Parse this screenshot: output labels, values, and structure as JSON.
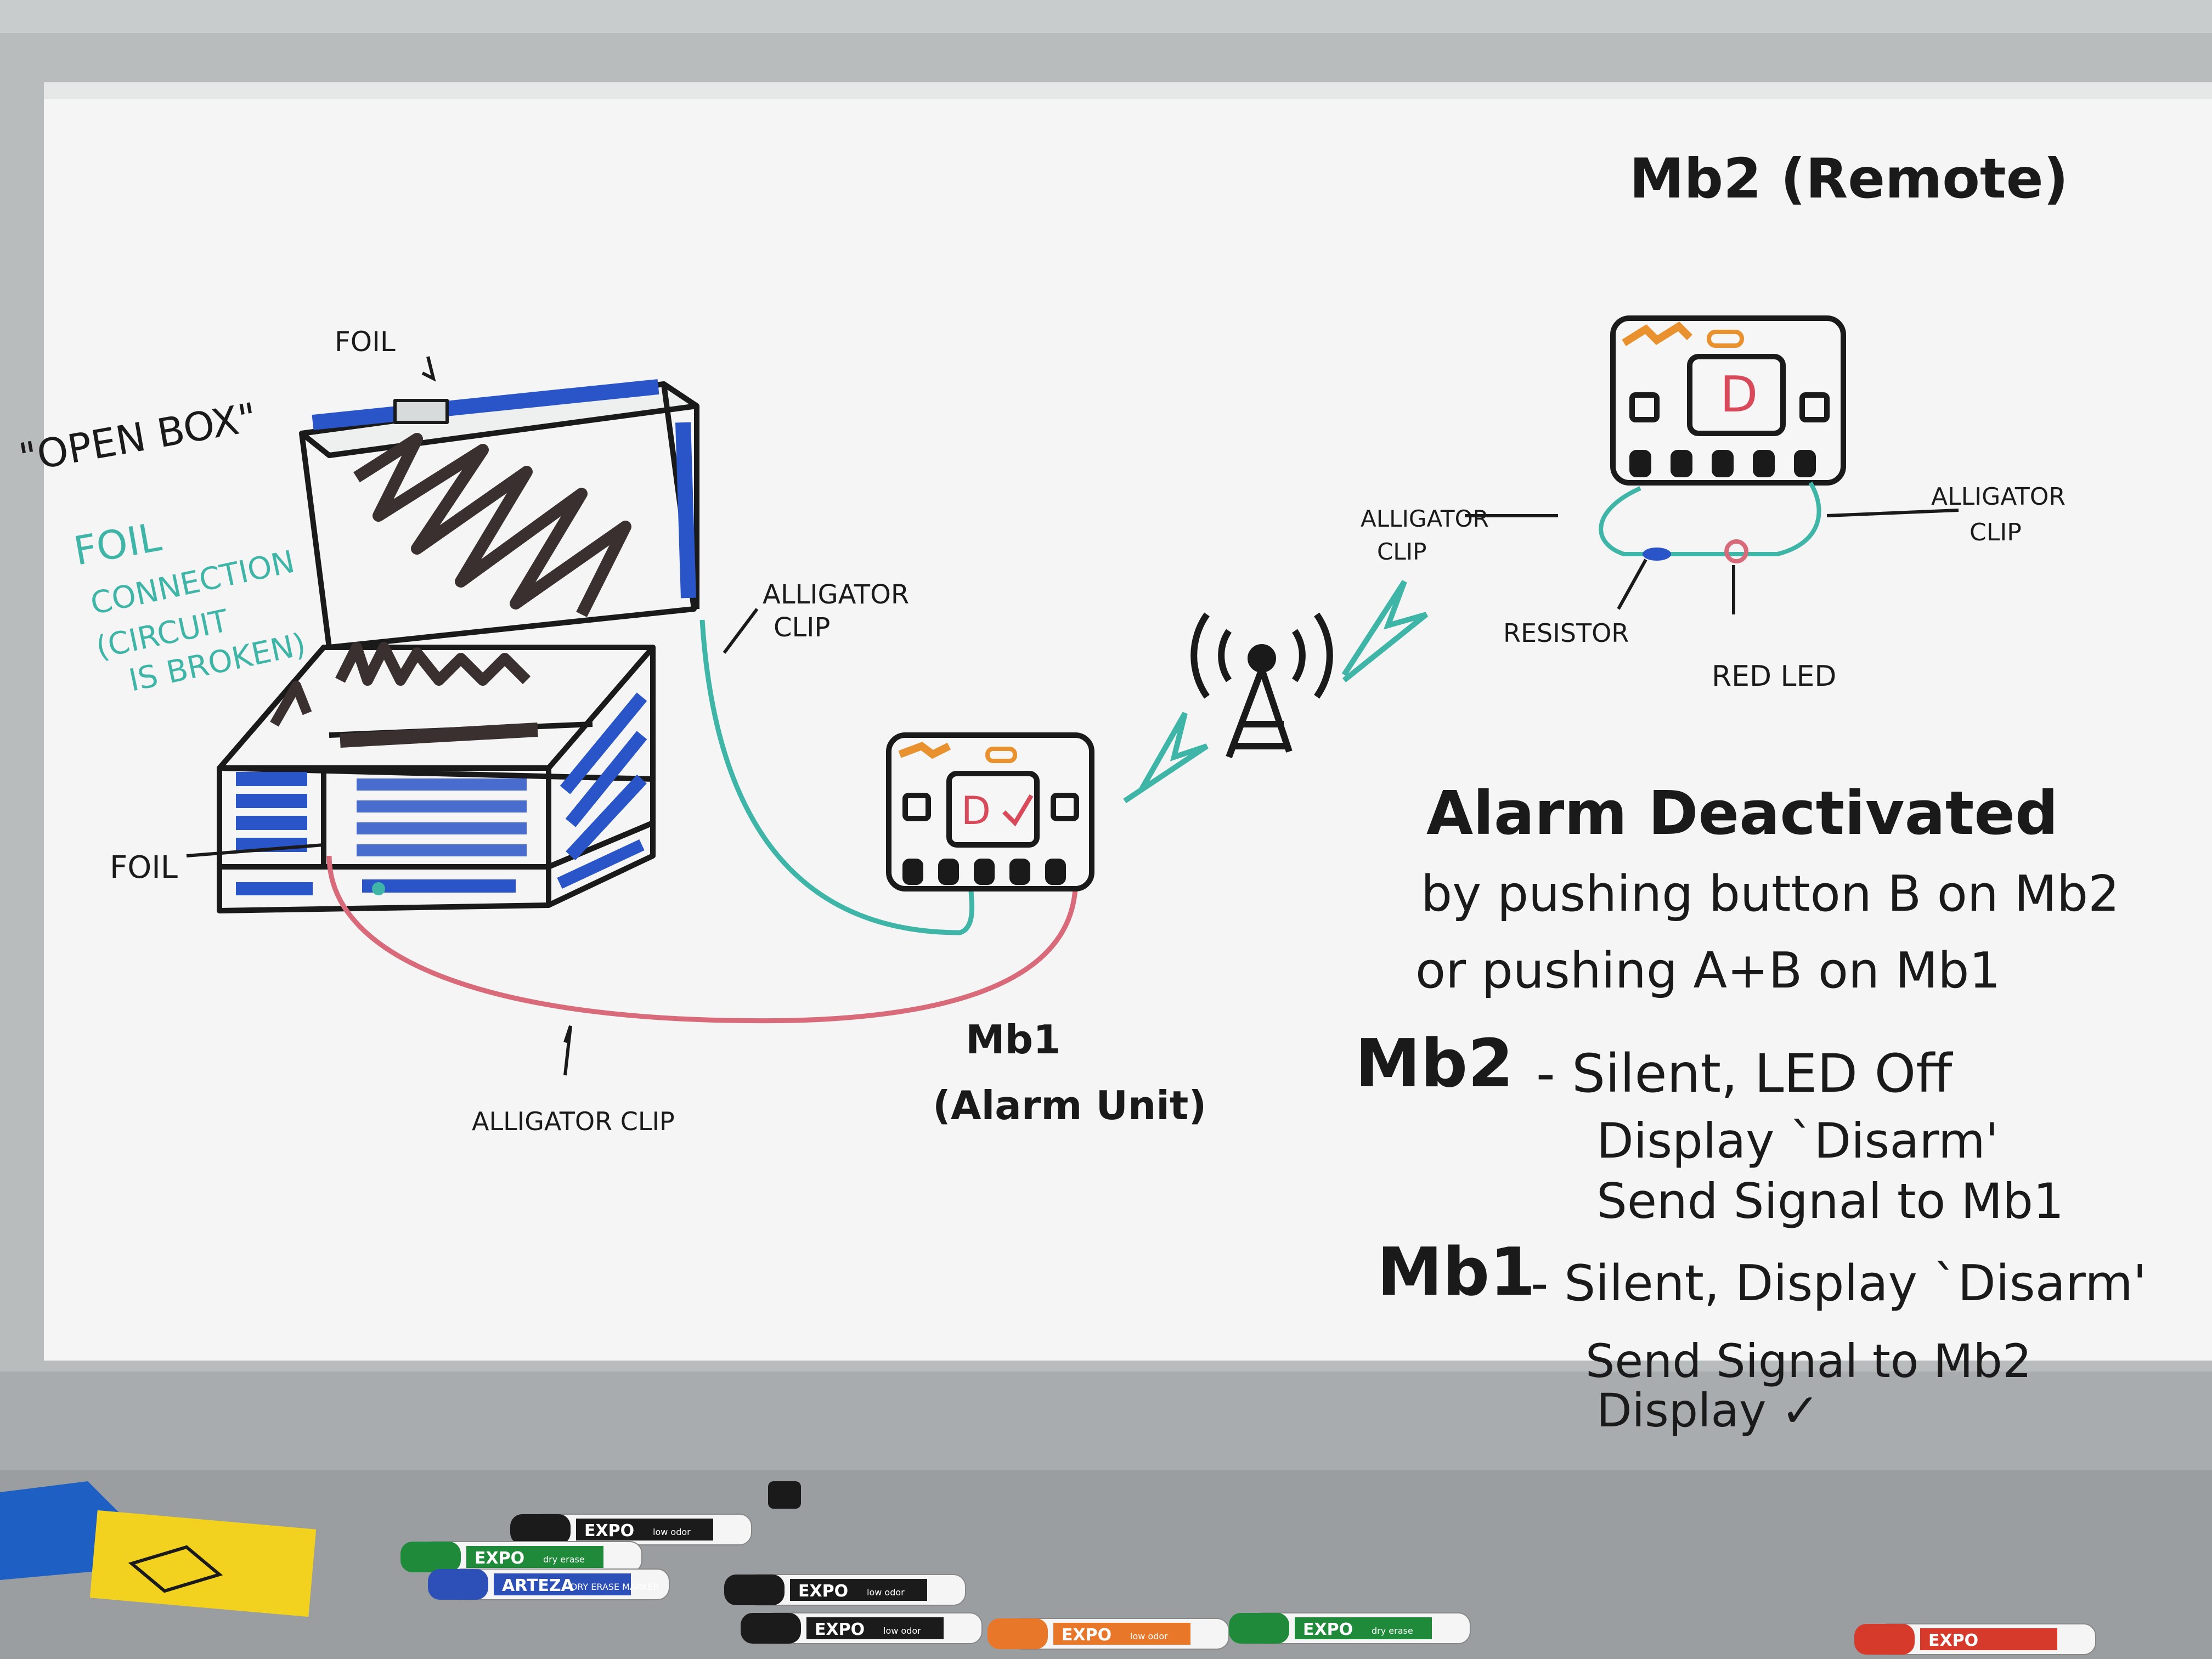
{
  "colors": {
    "ink_black": "#1a1a1a",
    "ink_blue": "#2a55c8",
    "ink_teal": "#3fb5a8",
    "ink_red": "#d86a7a",
    "ink_orange": "#e8912e",
    "board": "#f4f5f4",
    "frame": "#b9bcbd"
  },
  "labels": {
    "mb2_title": "Mb2 (Remote)",
    "foil_top": "FOIL",
    "open_box": "\"OPEN BOX\"",
    "foil_connection_1": "FOIL",
    "foil_connection_2": "CONNECTION",
    "foil_connection_3": "(CIRCUIT",
    "foil_connection_4": "IS BROKEN)",
    "foil_left": "FOIL",
    "alligator_clip_box": "ALLIGATOR",
    "alligator_clip_box_2": "CLIP",
    "alligator_clip_bottom": "ALLIGATOR CLIP",
    "mb1_name": "Mb1",
    "mb1_role": "(Alarm Unit)",
    "remote_clip_left_1": "ALLIGATOR",
    "remote_clip_left_2": "CLIP",
    "remote_clip_right_1": "ALLIGATOR",
    "remote_clip_right_2": "CLIP",
    "resistor": "RESISTOR",
    "red_led": "RED LED",
    "display_letter_mb1": "D",
    "display_letter_mb2": "D"
  },
  "notes": {
    "heading": "Alarm Deactivated",
    "line1": "by pushing button B on Mb2",
    "line2": "or pushing A+B on Mb1",
    "mb2_label": "Mb2",
    "mb2_line1": "- Silent, LED Off",
    "mb2_line2": "Display `Disarm'",
    "mb2_line3": "Send Signal to Mb1",
    "mb1_label": "Mb1",
    "mb1_line1": "- Silent, Display `Disarm'",
    "mb1_line2": "Send Signal to Mb2",
    "mb1_line3": "Display ✓"
  },
  "tray": {
    "markers": [
      {
        "brand": "EXPO",
        "tag": "low odor",
        "color": "#1b1b1b"
      },
      {
        "brand": "EXPO",
        "tag": "dry erase",
        "color": "#1f8a3a"
      },
      {
        "brand": "ARTEZA",
        "tag": "DRY ERASE MARKER",
        "color": "#2c4fb8"
      },
      {
        "brand": "EXPO",
        "tag": "low odor",
        "color": "#1b1b1b"
      },
      {
        "brand": "EXPO",
        "tag": "low odor",
        "color": "#1b1b1b"
      },
      {
        "brand": "EXPO",
        "tag": "low odor",
        "color": "#e8772a"
      },
      {
        "brand": "EXPO",
        "tag": "dry erase",
        "color": "#1f8a3a"
      },
      {
        "brand": "EXPO",
        "tag": "",
        "color": "#d63a2a"
      }
    ]
  }
}
